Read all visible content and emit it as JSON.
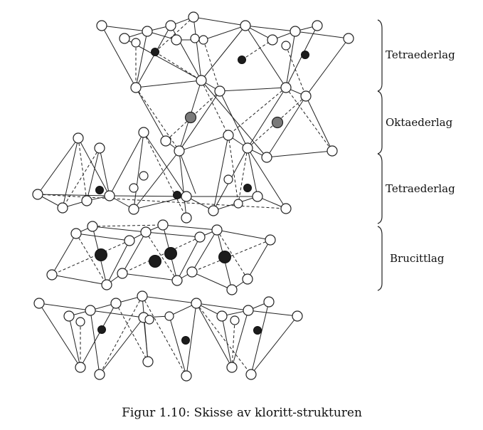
{
  "figure": {
    "caption": "Figur 1.10: Skisse av kloritt-strukturen"
  },
  "layers": [
    {
      "label": "Tetraederlag"
    },
    {
      "label": "Oktaederlag"
    },
    {
      "label": "Tetraederlag"
    },
    {
      "label": "Brucittlag"
    }
  ],
  "legend_colors": {
    "oxygen": "#ffffff",
    "tetrahedral_cation": "#1c1c1c",
    "octahedral_cation": "#7a7a7a",
    "brucite_cation": "#1c1c1c"
  }
}
